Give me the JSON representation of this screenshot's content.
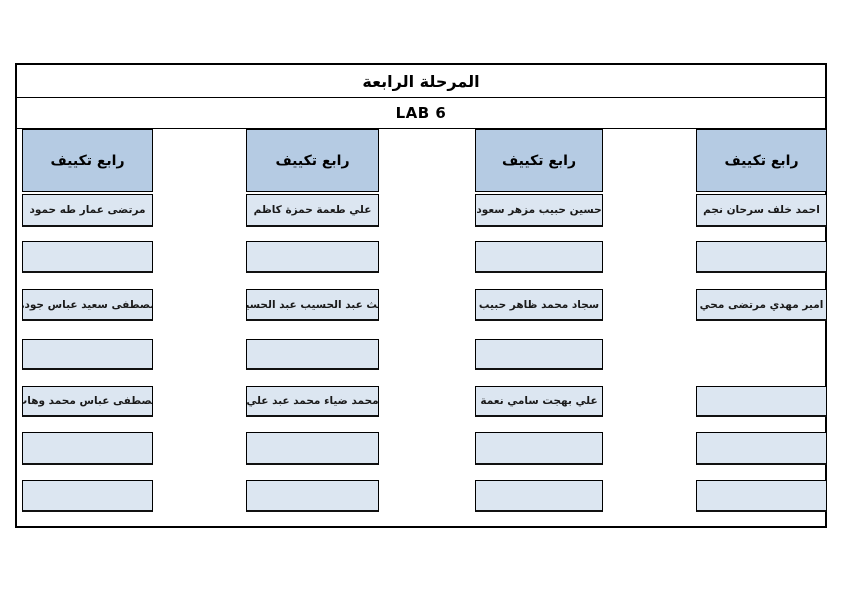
{
  "table": {
    "title": "المرحلة الرابعة",
    "lab_label": "LAB 6",
    "colors": {
      "header_fill": "#b5cbe3",
      "cell_fill": "#dce6f1",
      "border": "#000000",
      "page_background": "#ffffff"
    }
  },
  "columns": [
    {
      "header": "رابع تكييف",
      "slots": [
        "مرتضى عمار طه حمود",
        "",
        "مصطفى سعيد عباس جودة",
        "",
        "مصطفى عباس محمد وهاب",
        "",
        ""
      ]
    },
    {
      "header": "رابع تكييف",
      "slots": [
        "علي طعمة حمزة كاظم",
        "",
        "غيث عبد الحسيب عبد الحسين",
        "",
        "محمد ضياء محمد عبد علي",
        "",
        ""
      ]
    },
    {
      "header": "رابع تكييف",
      "slots": [
        "حسين حبيب مزهر سعود",
        "",
        "سجاد محمد ظاهر حبيب",
        "",
        "علي بهجت سامي نعمة",
        "",
        ""
      ]
    },
    {
      "header": "رابع تكييف",
      "slots": [
        "احمد خلف سرحان نجم",
        "",
        "امير مهدي مرتضى محي",
        "",
        "",
        ""
      ]
    }
  ]
}
